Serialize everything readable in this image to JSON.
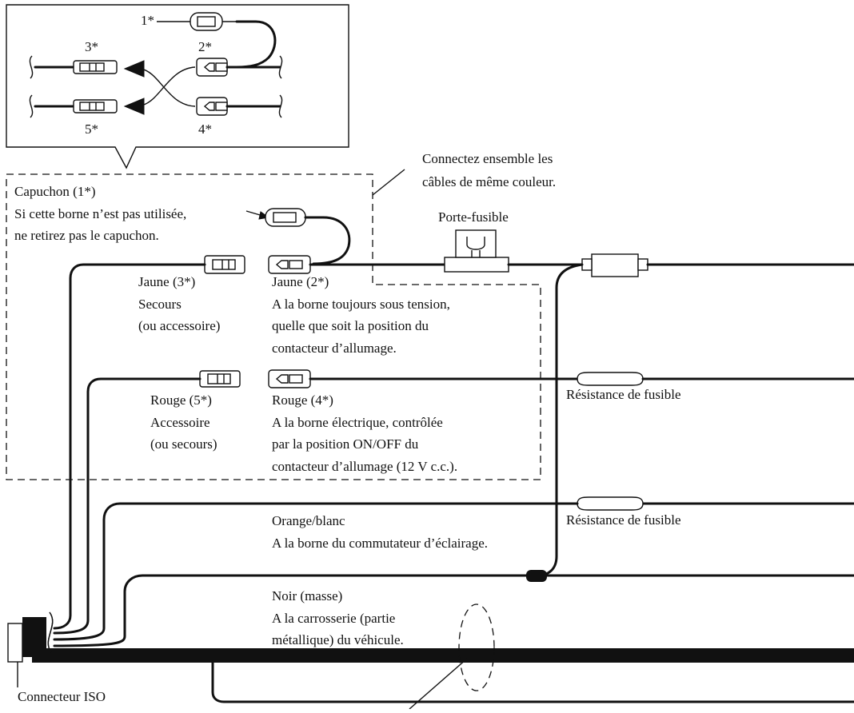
{
  "inset": {
    "label_1": "1*",
    "label_2": "2*",
    "label_3": "3*",
    "label_4": "4*",
    "label_5": "5*"
  },
  "notes": {
    "connect_line1": "Connectez ensemble les",
    "connect_line2": "câbles de même couleur.",
    "cap_line1": "Capuchon (1*)",
    "cap_line2": "Si cette borne n’est pas utilisée,",
    "cap_line3": "ne retirez pas le capuchon."
  },
  "fuse_holder": "Porte-fusible",
  "yellow3": {
    "line1": "Jaune (3*)",
    "line2": "Secours",
    "line3": "(ou accessoire)"
  },
  "yellow2": {
    "line1": "Jaune (2*)",
    "line2": "A la borne toujours sous tension,",
    "line3": "quelle que soit la position du",
    "line4": "contacteur d’allumage."
  },
  "red5": {
    "line1": "Rouge (5*)",
    "line2": "Accessoire",
    "line3": "(ou secours)"
  },
  "red4": {
    "line1": "Rouge (4*)",
    "line2": "A la borne électrique, contrôlée",
    "line3": "par la position ON/OFF du",
    "line4": "contacteur d’allumage (12 V c.c.)."
  },
  "fuse_resistor_1": "Résistance de fusible",
  "fuse_resistor_2": "Résistance de fusible",
  "orange": {
    "line1": "Orange/blanc",
    "line2": "A la borne du commutateur d’éclairage."
  },
  "black": {
    "line1": "Noir (masse)",
    "line2": "A la carrosserie (partie",
    "line3": "métallique) du véhicule."
  },
  "iso_connector": "Connecteur ISO"
}
